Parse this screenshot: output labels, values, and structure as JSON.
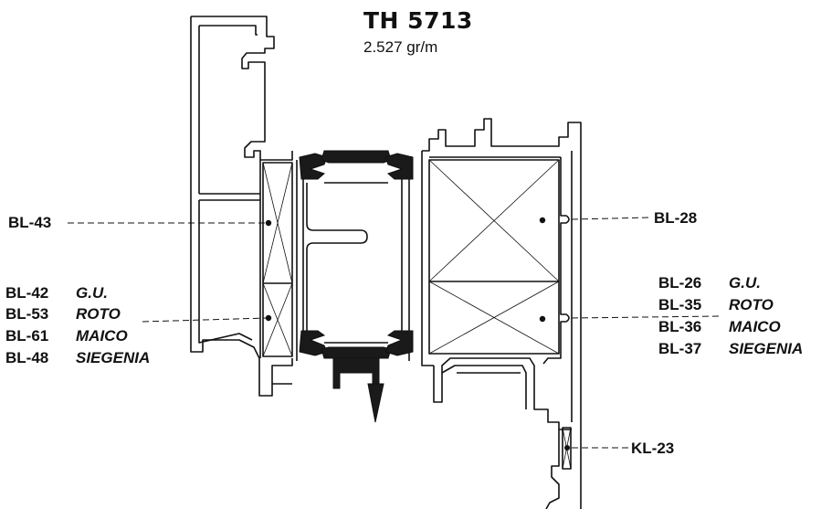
{
  "title": "TH 5713",
  "subtitle": "2.527 gr/m",
  "callouts": {
    "bl43": "BL-43",
    "bl28": "BL-28",
    "kl23": "KL-23"
  },
  "left_group": [
    {
      "code": "BL-42",
      "brand": "G.U."
    },
    {
      "code": "BL-53",
      "brand": "ROTO"
    },
    {
      "code": "BL-61",
      "brand": "MAICO"
    },
    {
      "code": "BL-48",
      "brand": "SIEGENIA"
    }
  ],
  "right_group": [
    {
      "code": "BL-26",
      "brand": "G.U."
    },
    {
      "code": "BL-35",
      "brand": "ROTO"
    },
    {
      "code": "BL-36",
      "brand": "MAICO"
    },
    {
      "code": "BL-37",
      "brand": "SIEGENIA"
    }
  ],
  "colors": {
    "line": "#111111",
    "gasket": "#1a1a1a",
    "background": "#ffffff"
  }
}
